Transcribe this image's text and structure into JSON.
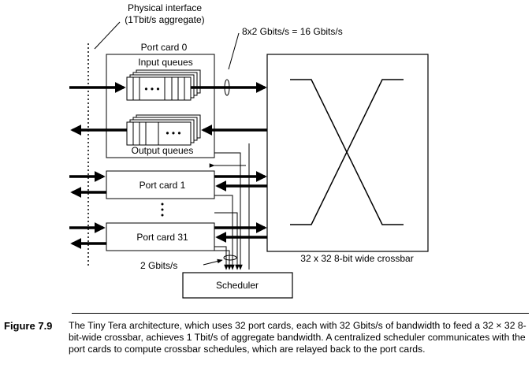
{
  "diagram": {
    "physical_interface_label_line1": "Physical interface",
    "physical_interface_label_line2": "(1Tbit/s aggregate)",
    "bandwidth_label": "8x2 Gbits/s = 16 Gbits/s",
    "port_card_0_label": "Port card 0",
    "input_queues_label": "Input queues",
    "output_queues_label": "Output queues",
    "queue_ellipsis": "• • •",
    "port_card_1_label": "Port card 1",
    "vertical_ellipsis": "⋮",
    "port_card_31_label": "Port card 31",
    "scheduler_link_label": "2 Gbits/s",
    "scheduler_label": "Scheduler",
    "crossbar_label": "32 x 32 8-bit wide crossbar"
  },
  "caption": {
    "figure_label": "Figure 7.9",
    "text": "The Tiny Tera architecture, which uses 32 port cards, each with 32 Gbits/s of bandwidth to feed a 32 × 32 8-bit-wide crossbar, achieves 1 Tbit/s of aggregate bandwidth. A centralized scheduler communicates with the port cards to compute crossbar schedules, which are relayed back to the port cards."
  }
}
